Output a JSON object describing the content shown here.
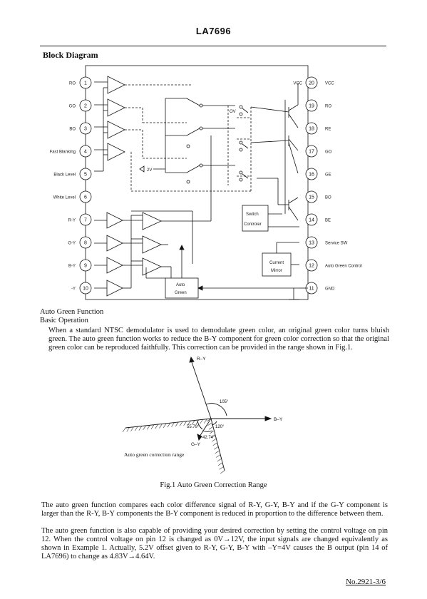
{
  "header": {
    "title": "LA7696",
    "section": "Block Diagram"
  },
  "block_diagram": {
    "left_pins": [
      {
        "num": "1",
        "label": "RO"
      },
      {
        "num": "2",
        "label": "GO"
      },
      {
        "num": "3",
        "label": "BO"
      },
      {
        "num": "4",
        "label": "Fast Blanking"
      },
      {
        "num": "5",
        "label": "Black Level"
      },
      {
        "num": "6",
        "label": "White Level"
      },
      {
        "num": "7",
        "label": "R-Y"
      },
      {
        "num": "8",
        "label": "G-Y"
      },
      {
        "num": "9",
        "label": "B-Y"
      },
      {
        "num": "10",
        "label": "-Y"
      }
    ],
    "right_pins": [
      {
        "num": "20",
        "label": "VCC",
        "inner": "VCC"
      },
      {
        "num": "19",
        "label": "RO"
      },
      {
        "num": "18",
        "label": "RE"
      },
      {
        "num": "17",
        "label": "GO"
      },
      {
        "num": "16",
        "label": "GE"
      },
      {
        "num": "15",
        "label": "BO"
      },
      {
        "num": "14",
        "label": "BE"
      },
      {
        "num": "13",
        "label": "Service SW"
      },
      {
        "num": "12",
        "label": "Auto Green Control"
      },
      {
        "num": "11",
        "label": "GND"
      }
    ],
    "labels": {
      "ref_voltage": "2V",
      "switch_controller": [
        "Switch",
        "Controler"
      ],
      "current_mirror": [
        "Current",
        "Mirror"
      ],
      "auto_green": [
        "Auto",
        "Green"
      ],
      "ov": "OV"
    }
  },
  "text": {
    "agf_title": "Auto Green Function",
    "basic_op": "Basic Operation",
    "para1": "When a standard NTSC demodulator is used to demodulate green color, an original green color turns bluish green. The auto green function works to reduce the B-Y component for green color correction so that the original green color can be reproduced faithfully. This correction can be provided in the range shown in Fig.1.",
    "para2": "The auto green function compares each color difference signal of R-Y, G-Y, B-Y and if the G-Y component is larger than the R-Y, B-Y components the B-Y component is reduced in proportion to the difference between them.",
    "para3": "The auto green function is also capable of providing your desired correction by setting the control voltage on pin 12. When the control voltage on pin 12 is changed as 0V→12V, the input signals are changed equivalently as shown in Example 1. Actually, 5.2V offset given to R-Y, G-Y, B-Y with –Y=4V causes the B output (pin 14 of LA7696) to change as 4.83V→4.64V."
  },
  "figure": {
    "axis_ry": "R–Y",
    "axis_by": "B–Y",
    "axis_gy": "G–Y",
    "angle_105": "105°",
    "angle_5579": "55.79°",
    "angle_120": "120°",
    "angle_4274": "42.74°",
    "range_label": "Auto green correction range",
    "caption": "Fig.1 Auto Green Correction Range"
  },
  "footer": {
    "page_number": "No.2921-3/6"
  }
}
